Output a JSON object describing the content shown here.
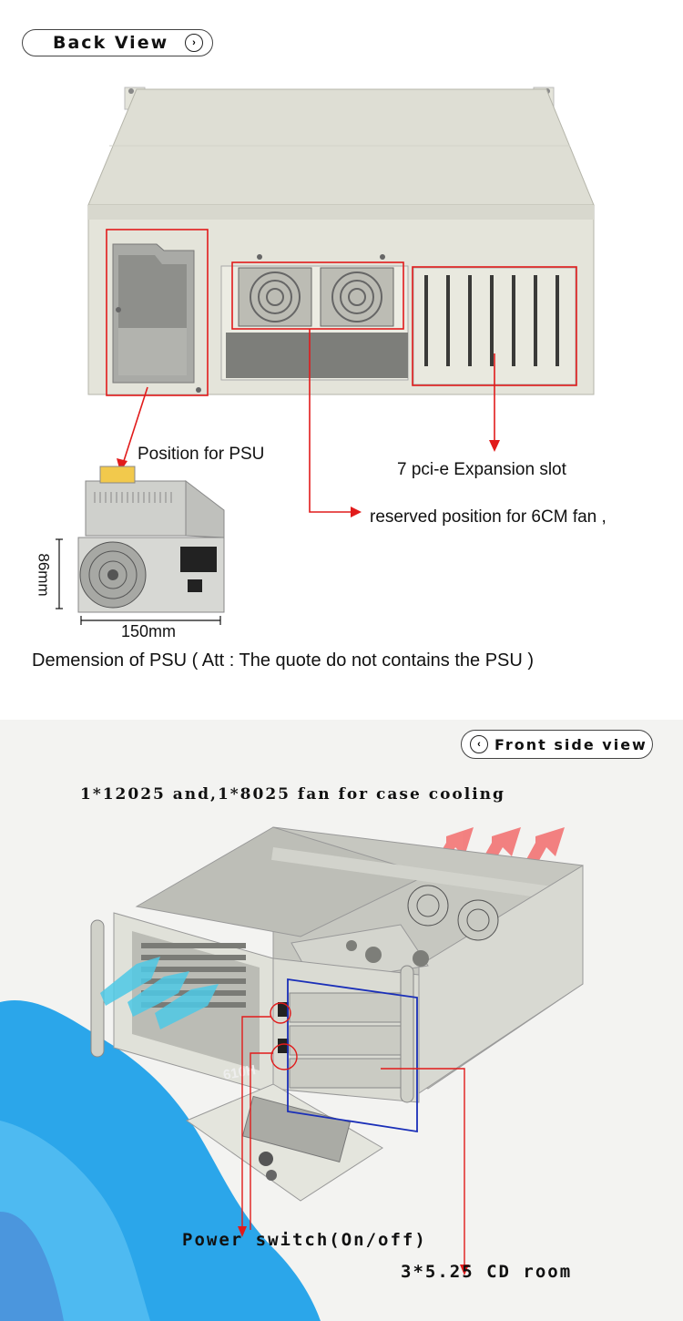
{
  "back": {
    "title": "Back View",
    "psu_label": "Position for PSU",
    "slots_label": "7 pci-e Expansion slot",
    "fan_label": "reserved position for 6CM fan ,",
    "height_dim": "86mm",
    "width_dim": "150mm",
    "note": "Demension  of PSU ( Att : The quote do not contains the PSU )"
  },
  "front": {
    "title": "Front side view",
    "cooling": "1*12025 and,1*8025 fan for case cooling",
    "badge": "610H",
    "power": "Power switch(On/off)",
    "cd": "3*5.25 CD room"
  },
  "colors": {
    "callout": "#e11b1b",
    "bay_outline": "#1a2fb8",
    "case": "#dcdcd2",
    "wave": "#29a4e8"
  }
}
